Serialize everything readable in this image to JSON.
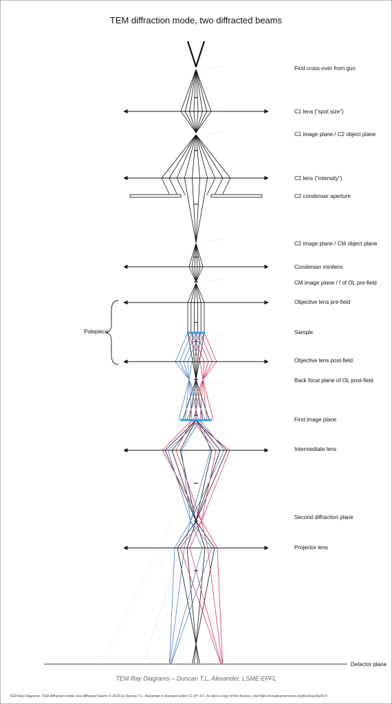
{
  "title": "TEM diffraction mode, two diffracted beams",
  "planes": [
    "First cross-over from gun",
    "C1 lens (“spot size”)",
    "C1 image plane / C2 object plane",
    "C2 lens (“intensity”)",
    "C2 condenser aperture",
    "C2 image plane / CM object plane",
    "Condenser minilens",
    "CM image plane / f of OL pre-field",
    "Objective lens pre-field",
    "Sample",
    "Objective lens post-field",
    "Back focal plane of OL post-field",
    "First image plane",
    "Intermediate lens",
    "Second diffraction plane",
    "Projector lens"
  ],
  "polepiece": "Polepiece",
  "detector": "Detector plane",
  "credit": "TEM Ray Diagrams – Duncan T.L. Alexander, LSME EPFL",
  "license": "TEM Ray Diagrams: TEM diffraction mode, two diffracted beams © 2025 by Duncan T.L. Alexander is licensed under CC BY 4.0. To view a copy of this license, visit https://creativecommons.org/licenses/by/4.0/",
  "colors": {
    "transmitted_beam": "#111111",
    "diffracted_beam_1": "#d6386a",
    "diffracted_beam_2": "#4a7fc1",
    "sample_and_image_plane": "#2aa3dc",
    "detector": "#a9a9a9",
    "aperture": "#555555"
  }
}
